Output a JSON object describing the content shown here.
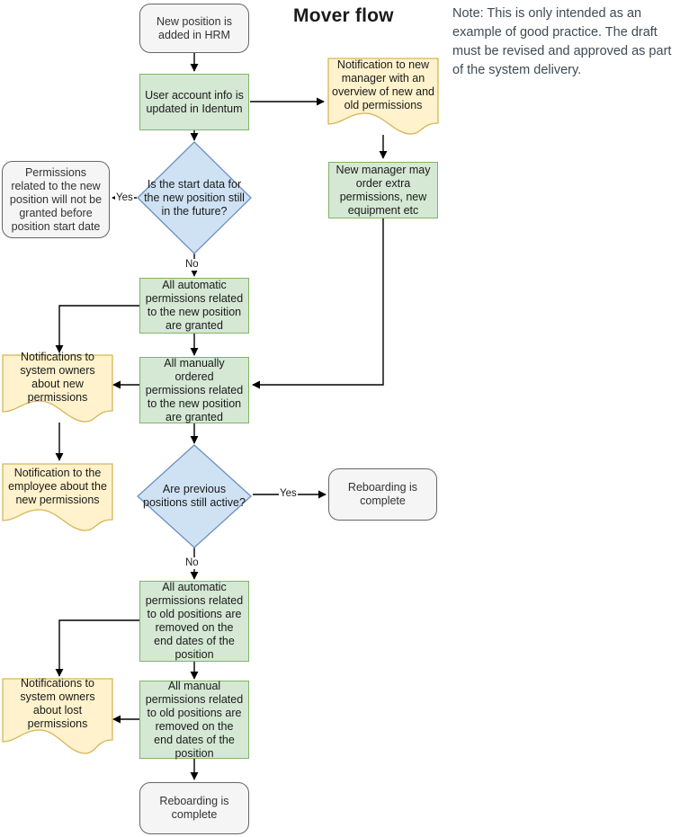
{
  "diagram": {
    "title": "Mover flow",
    "note": "Note: This is only intended as an example of good practice. The draft must be revised and approved as part of the system delivery.",
    "colors": {
      "process_fill": "#d5e8d4",
      "process_stroke": "#82b366",
      "decision_fill": "#cfe2f3",
      "decision_stroke": "#6c8ebf",
      "document_fill": "#fff2cc",
      "document_stroke": "#d6b656",
      "terminator_fill": "#f5f5f5",
      "terminator_stroke": "#666666",
      "edge_stroke": "#000000",
      "note_text": "#3f4a54"
    },
    "nodes": {
      "start_new_position": "New position is added in HRM",
      "user_account_updated": "User account info is updated in Identum",
      "notification_new_manager": "Notification to new manager with an overview of new and old permissions",
      "new_manager_order_extra": "New manager may order extra permissions, new equipment etc",
      "decision_start_date_future": "Is the start data for the new position still in the future?",
      "permissions_not_granted": "Permissions related to the new position will not be granted before position start date",
      "auto_permissions_new_granted": "All automatic permissions related to the new position are granted",
      "manual_permissions_new_granted": "All manually ordered permissions related to the new position are granted",
      "notifications_owners_new": "Notifications to system owners about new permissions",
      "notification_employee_new": "Notification to the employee about the new permissions",
      "decision_previous_positions_active": "Are previous positions still active?",
      "reboarding_complete_yes": "Reboarding is complete",
      "auto_permissions_old_removed": "All automatic permissions related to old positions are removed on the end dates of the position",
      "manual_permissions_old_removed": "All manual permissions related to old positions are removed on the end dates of the position",
      "notifications_owners_lost": "Notifications to system owners about lost permissions",
      "reboarding_complete_end": "Reboarding is complete"
    },
    "edge_labels": {
      "yes_start_date": "Yes",
      "no_start_date": "No",
      "yes_previous_positions": "Yes",
      "no_previous_positions": "No"
    }
  }
}
